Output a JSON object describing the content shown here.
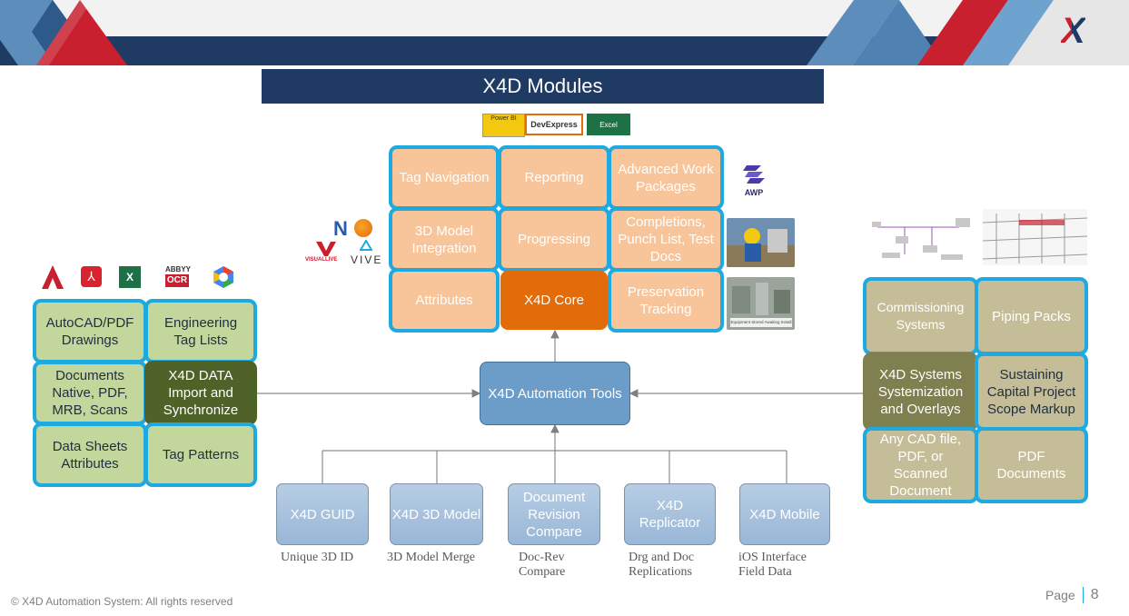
{
  "banner": {
    "title": "X4D Modules"
  },
  "core_grid": {
    "tag_navigation": "Tag Navigation",
    "reporting": "Reporting",
    "awp": "Advanced Work Packages",
    "model_integration": "3D Model Integration",
    "progressing": "Progressing",
    "completions": "Completions, Punch List, Test Docs",
    "attributes": "Attributes",
    "core": "X4D Core",
    "preservation": "Preservation Tracking"
  },
  "data_grid": {
    "autocad": "AutoCAD/PDF Drawings",
    "engineering": "Engineering Tag Lists",
    "documents": "Documents Native, PDF, MRB, Scans",
    "x4d_data": "X4D DATA Import and Synchronize",
    "datasheets": "Data Sheets Attributes",
    "tag_patterns": "Tag Patterns"
  },
  "systems_grid": {
    "commissioning": "Commissioning Systems",
    "piping": "Piping Packs",
    "x4d_systems": "X4D Systems Systemization and Overlays",
    "sustaining": "Sustaining Capital Project Scope Markup",
    "any_cad": "Any CAD file, PDF, or Scanned Document",
    "pdf_docs": "PDF Documents"
  },
  "automation_tools": "X4D Automation Tools",
  "tools": [
    {
      "label": "X4D GUID",
      "caption": "Unique 3D ID"
    },
    {
      "label": "X4D 3D Model",
      "caption": "3D Model Merge"
    },
    {
      "label": "Document Revision Compare",
      "caption": "Doc-Rev Compare"
    },
    {
      "label": "X4D Replicator",
      "caption": "Drg and Doc Replications"
    },
    {
      "label": "X4D Mobile",
      "caption": "iOS Interface Field Data"
    }
  ],
  "logos": {
    "powerbi": "Power BI",
    "devexpress": "DevExpress",
    "excel": "Excel",
    "awp": "AWP",
    "vive": "VIVE",
    "visuallive": "VISUALLIVE",
    "abbyy": "ABBYY",
    "ocr": "OCR",
    "photo_caption": "Equipment Stored Awaiting Install",
    "brand": "X"
  },
  "footer": {
    "copyright": "© X4D Automation System: All rights reserved",
    "page_label": "Page",
    "page_number": "8"
  },
  "colors": {
    "navy": "#1f3a63",
    "accent_blue": "#1fa9e1",
    "red": "#c8202f",
    "peach": "#f8c49a",
    "core": "#e36c0a",
    "green": "#c3d69b",
    "tan": "#c4bd97"
  }
}
